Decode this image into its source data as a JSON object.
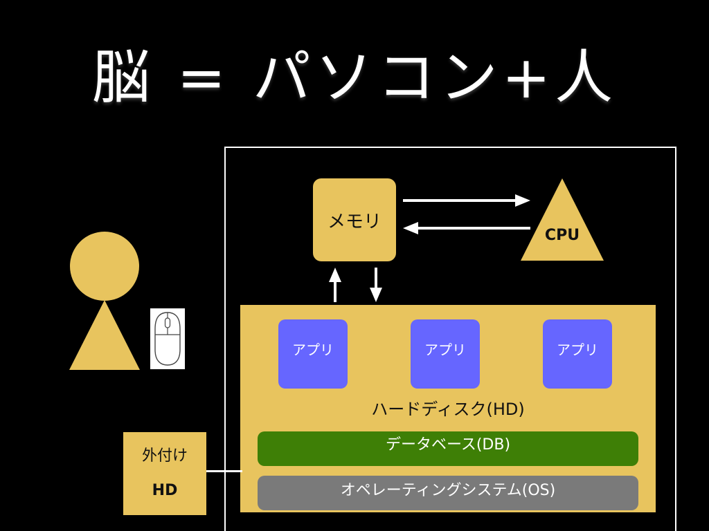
{
  "title": "脳 = パソコン+人",
  "memory": {
    "label": "メモリ"
  },
  "cpu": {
    "label": "CPU"
  },
  "hard_disk": {
    "label": "ハードディスク(HD)",
    "apps": [
      "アプリ",
      "アプリ",
      "アプリ"
    ],
    "database": "データベース(DB)",
    "os": "オペレーティングシステム(OS)"
  },
  "external_hd": {
    "line1": "外付け",
    "line2": "HD"
  },
  "colors": {
    "background": "#000000",
    "tan": "#e8c45e",
    "app": "#6666ff",
    "database": "#3e7f06",
    "os": "#7a7a7a",
    "line": "#ffffff"
  },
  "icons": [
    "person-icon",
    "mouse-icon",
    "arrow-icon"
  ]
}
